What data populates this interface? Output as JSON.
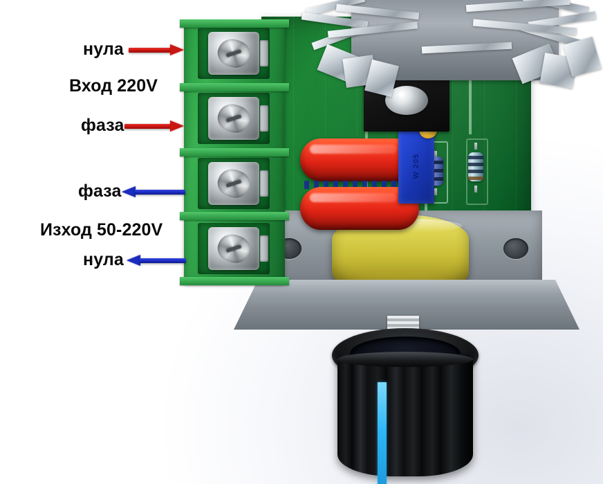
{
  "image": {
    "subject": "AC voltage regulator / dimmer module (SCR 2000W) with annotation arrows",
    "language": "Bulgarian"
  },
  "annotations": [
    {
      "id": "input-neutral",
      "label": "нула",
      "arrow": {
        "direction": "right",
        "color": "#c91713",
        "semantic": "input"
      }
    },
    {
      "id": "input-group",
      "label": "Вход 220V",
      "arrow": null
    },
    {
      "id": "input-phase",
      "label": "фаза",
      "arrow": {
        "direction": "right",
        "color": "#c91713",
        "semantic": "input"
      }
    },
    {
      "id": "output-phase",
      "label": "фаза",
      "arrow": {
        "direction": "left",
        "color": "#1b2cc0",
        "semantic": "output"
      }
    },
    {
      "id": "output-group",
      "label": "Изход 50-220V",
      "arrow": null
    },
    {
      "id": "output-neutral",
      "label": "нула",
      "arrow": {
        "direction": "left",
        "color": "#1b2cc0",
        "semantic": "output"
      }
    }
  ],
  "board": {
    "terminal_block": {
      "name": "4-position screw terminal block",
      "terminal_count": 4,
      "color": "#2a8f41"
    },
    "components": {
      "heatsink": {
        "name": "aluminium heatsink",
        "color": "#b6bdc4"
      },
      "triac": {
        "name": "TO-220 triac",
        "color": "#16171a"
      },
      "capacitors": {
        "name": "red film capacitors",
        "count": 2,
        "color": "#d8281a"
      },
      "resistors": {
        "name": "axial resistors",
        "count": 2
      },
      "trimpot": {
        "name": "blue trimmer potentiometer",
        "color": "#2747c9",
        "marking": "W 205"
      },
      "inductor": {
        "name": "toroidal choke",
        "color": "#c9bf40"
      },
      "bracket": {
        "name": "metal mounting bracket",
        "color": "#8f969d"
      },
      "knob": {
        "name": "black control knob",
        "color": "#131415",
        "indicator_color": "#35b4ef"
      }
    },
    "pcb_color": "#1a7432"
  }
}
